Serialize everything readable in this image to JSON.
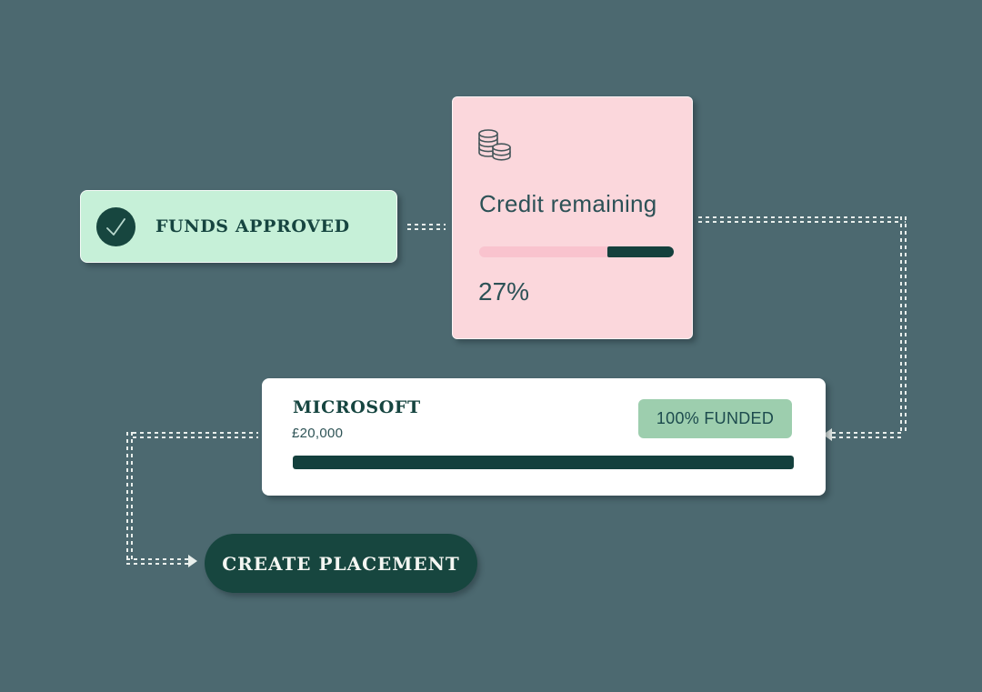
{
  "background_color": "#4C6970",
  "funds_approved": {
    "label": "FUNDS APPROVED",
    "icon": "check-icon",
    "bg_color": "#C6F0D8",
    "text_color": "#164540"
  },
  "credit_card": {
    "icon": "coins-icon",
    "title": "Credit remaining",
    "percent_label": "27%",
    "bar_fill_percent": 34,
    "bg_color": "#FBD7DC",
    "bar_track_color": "#F9C3CE",
    "bar_fill_color": "#14403D"
  },
  "placement_card": {
    "company": "MICROSOFT",
    "amount": "£20,000",
    "badge_label": "100% FUNDED",
    "bar_fill_percent": 100,
    "badge_bg_color": "#9DCEAE",
    "bg_color": "#FFFFFF"
  },
  "cta": {
    "label": "CREATE PLACEMENT",
    "bg_color": "#17463F",
    "text_color": "#F4F6F2"
  },
  "connectors": {
    "style": "double-dashed",
    "color": "#E9EFEC"
  }
}
